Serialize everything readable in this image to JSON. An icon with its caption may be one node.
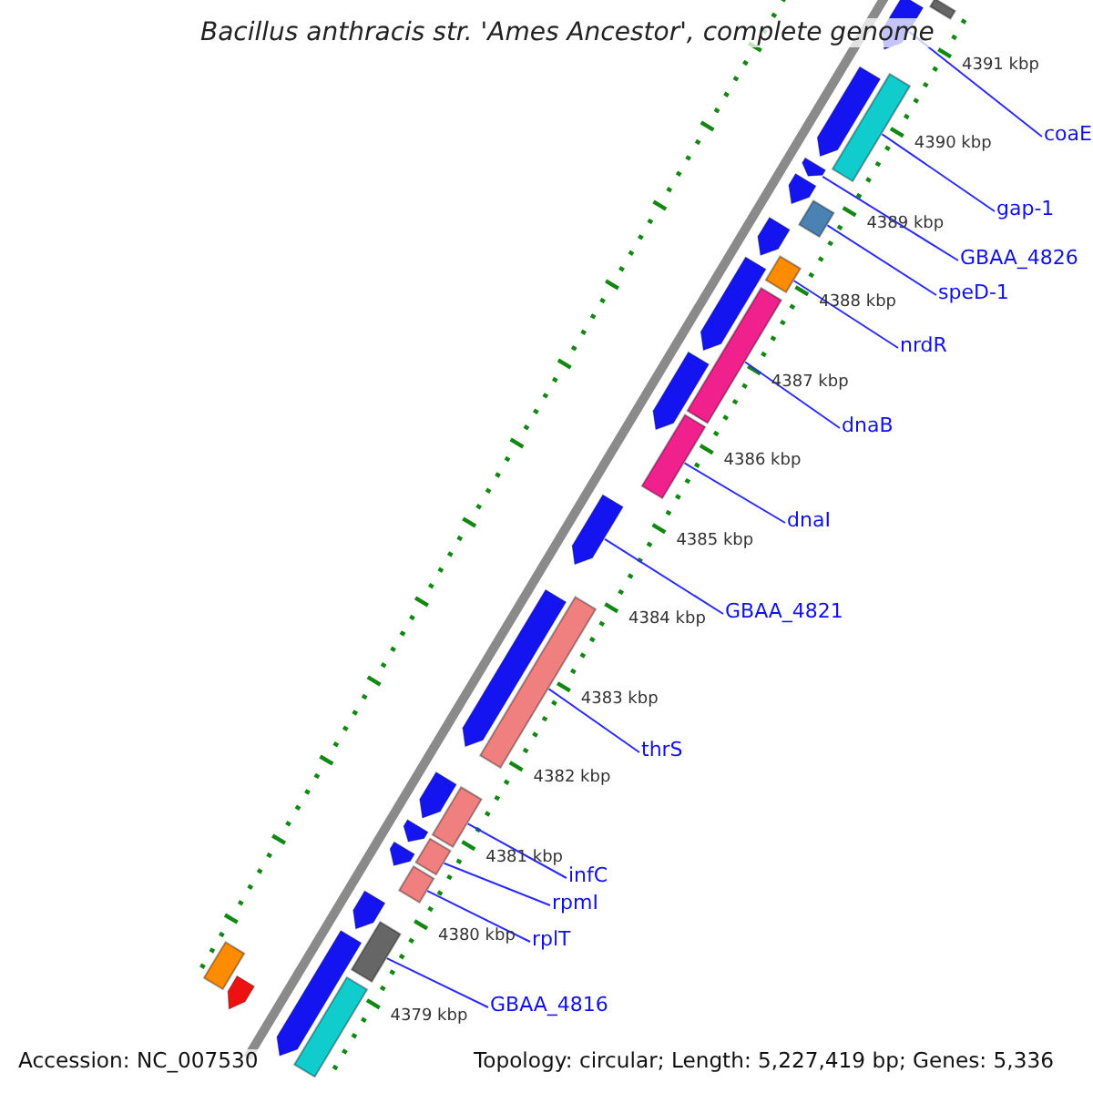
{
  "diagram": {
    "title": "Bacillus anthracis str. 'Ames Ancestor', complete genome",
    "nodes": [
      {
        "text": [
          "coaE"
        ]
      },
      {
        "text": [
          "gap-1"
        ]
      },
      {
        "text": [
          "GBAA_4826"
        ]
      },
      {
        "text": [
          "speD-1"
        ]
      },
      {
        "text": [
          "nrdR"
        ]
      },
      {
        "text": [
          "dnaB"
        ]
      },
      {
        "text": [
          "dnaI"
        ]
      },
      {
        "text": [
          "GBAA_4821"
        ]
      },
      {
        "text": [
          "thrS"
        ]
      },
      {
        "text": [
          "infC"
        ]
      },
      {
        "text": [
          "rpmI"
        ]
      },
      {
        "text": [
          "rplT"
        ]
      },
      {
        "text": [
          "GBAA_4816"
        ]
      },
      {
        "text": [],
        "shape": "bar"
      },
      {
        "text": [],
        "shape": "pentagon"
      },
      {
        "text": [],
        "shape": "bar"
      },
      {
        "text": [],
        "shape": "pentagon"
      },
      {
        "text": [],
        "shape": "pentagon"
      },
      {
        "text": [],
        "shape": "pentagon"
      },
      {
        "text": [],
        "shape": "bar"
      },
      {
        "text": [],
        "shape": "pentagon"
      },
      {
        "text": [],
        "shape": "bar"
      },
      {
        "text": [],
        "shape": "pentagon"
      },
      {
        "text": [],
        "shape": "bar"
      },
      {
        "text": [],
        "shape": "pentagon"
      },
      {
        "text": [],
        "shape": "bar"
      },
      {
        "text": [],
        "shape": "pentagon"
      },
      {
        "text": [],
        "shape": "pentagon"
      },
      {
        "text": [],
        "shape": "bar"
      },
      {
        "text": [],
        "shape": "pentagon"
      },
      {
        "text": [],
        "shape": "bar"
      },
      {
        "text": [],
        "shape": "pentagon"
      },
      {
        "text": [],
        "shape": "bar"
      },
      {
        "text": [],
        "shape": "pentagon"
      },
      {
        "text": [],
        "shape": "bar"
      },
      {
        "text": [],
        "shape": "pentagon"
      },
      {
        "text": [],
        "shape": "bar"
      },
      {
        "text": [],
        "shape": "pentagon"
      },
      {
        "text": [],
        "shape": "bar"
      },
      {
        "text": [],
        "shape": "bar"
      },
      {
        "text": [],
        "shape": "pentagon"
      }
    ],
    "edges": [
      {
        "from": 0,
        "to": 14,
        "arrow": "none"
      },
      {
        "from": 1,
        "to": 15,
        "arrow": "none"
      },
      {
        "from": 2,
        "to": 17,
        "arrow": "none"
      },
      {
        "from": 3,
        "to": 19,
        "arrow": "none"
      },
      {
        "from": 4,
        "to": 21,
        "arrow": "none"
      },
      {
        "from": 5,
        "to": 23,
        "arrow": "none"
      },
      {
        "from": 6,
        "to": 25,
        "arrow": "none"
      },
      {
        "from": 7,
        "to": 26,
        "arrow": "none"
      },
      {
        "from": 8,
        "to": 28,
        "arrow": "none"
      },
      {
        "from": 9,
        "to": 30,
        "arrow": "none"
      },
      {
        "from": 10,
        "to": 32,
        "arrow": "none"
      },
      {
        "from": 11,
        "to": 34,
        "arrow": "none"
      },
      {
        "from": 12,
        "to": 36,
        "arrow": "none"
      }
    ],
    "labels": [
      "4391 kbp",
      "4390 kbp",
      "4389 kbp",
      "4388 kbp",
      "4387 kbp",
      "4386 kbp",
      "4385 kbp",
      "4384 kbp",
      "4383 kbp",
      "4382 kbp",
      "4381 kbp",
      "4380 kbp",
      "4379 kbp",
      "Accession: NC_007530",
      "Topology: circular; Length: 5,227,419 bp; Genes: 5,336"
    ]
  }
}
